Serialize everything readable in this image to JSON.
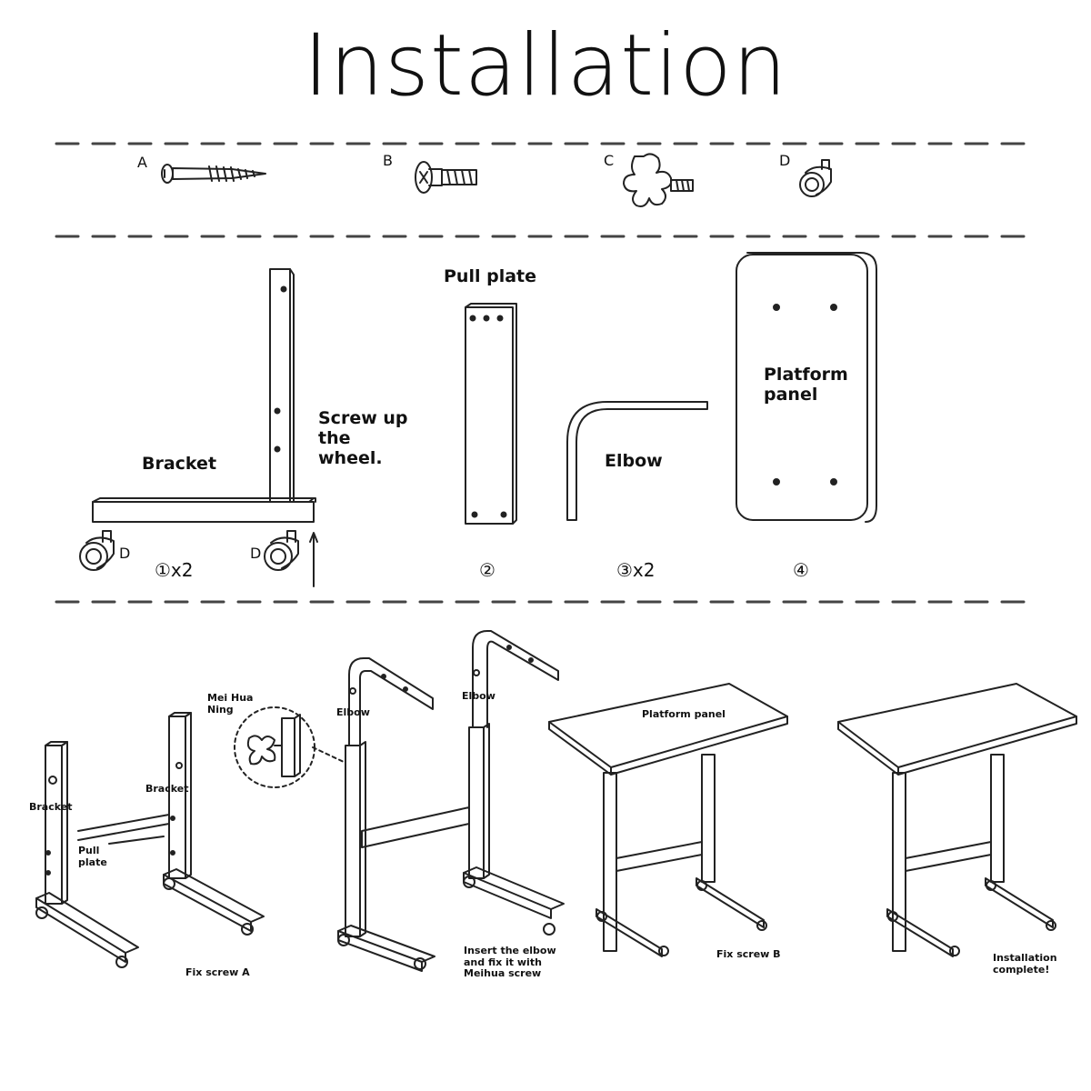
{
  "title": "Installation",
  "hardware": [
    {
      "letter": "A",
      "icon": "wood-screw-icon"
    },
    {
      "letter": "B",
      "icon": "machine-bolt-icon"
    },
    {
      "letter": "C",
      "icon": "star-knob-bolt-icon"
    },
    {
      "letter": "D",
      "icon": "caster-wheel-icon"
    }
  ],
  "parts": {
    "bracket": "Bracket",
    "screw_note": "Screw up\nthe\nwheel.",
    "wheel_letter": "D",
    "pull_plate": "Pull plate",
    "elbow": "Elbow",
    "platform": "Platform\npanel",
    "quantities": [
      "①x2",
      "②",
      "③x2",
      "④"
    ]
  },
  "steps": {
    "bracket_left": "Bracket",
    "bracket_right": "Bracket",
    "pull_plate": "Pull\nplate",
    "mei_hua_ning": "Mei Hua\nNing",
    "elbow_1": "Elbow",
    "elbow_2": "Elbow",
    "platform_panel": "Platform panel",
    "captions": [
      "Fix screw A",
      "Insert the elbow\nand fix it with\nMeihua screw",
      "Fix screw B",
      "Installation\ncomplete!"
    ]
  }
}
